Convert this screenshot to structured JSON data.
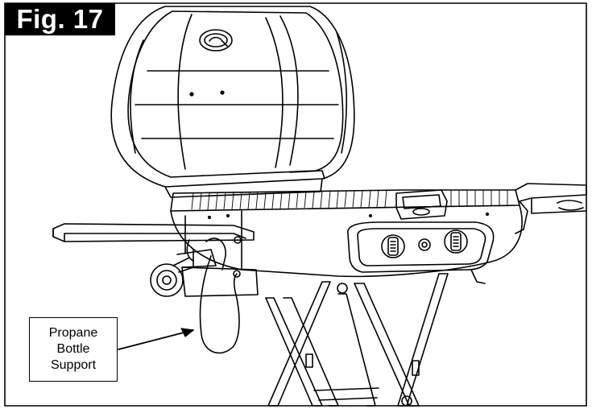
{
  "figure": {
    "label": "Fig. 17"
  },
  "callout": {
    "line1": "Propane",
    "line2": "Bottle",
    "line3": "Support"
  },
  "colors": {
    "ink": "#000000",
    "paper": "#ffffff"
  }
}
